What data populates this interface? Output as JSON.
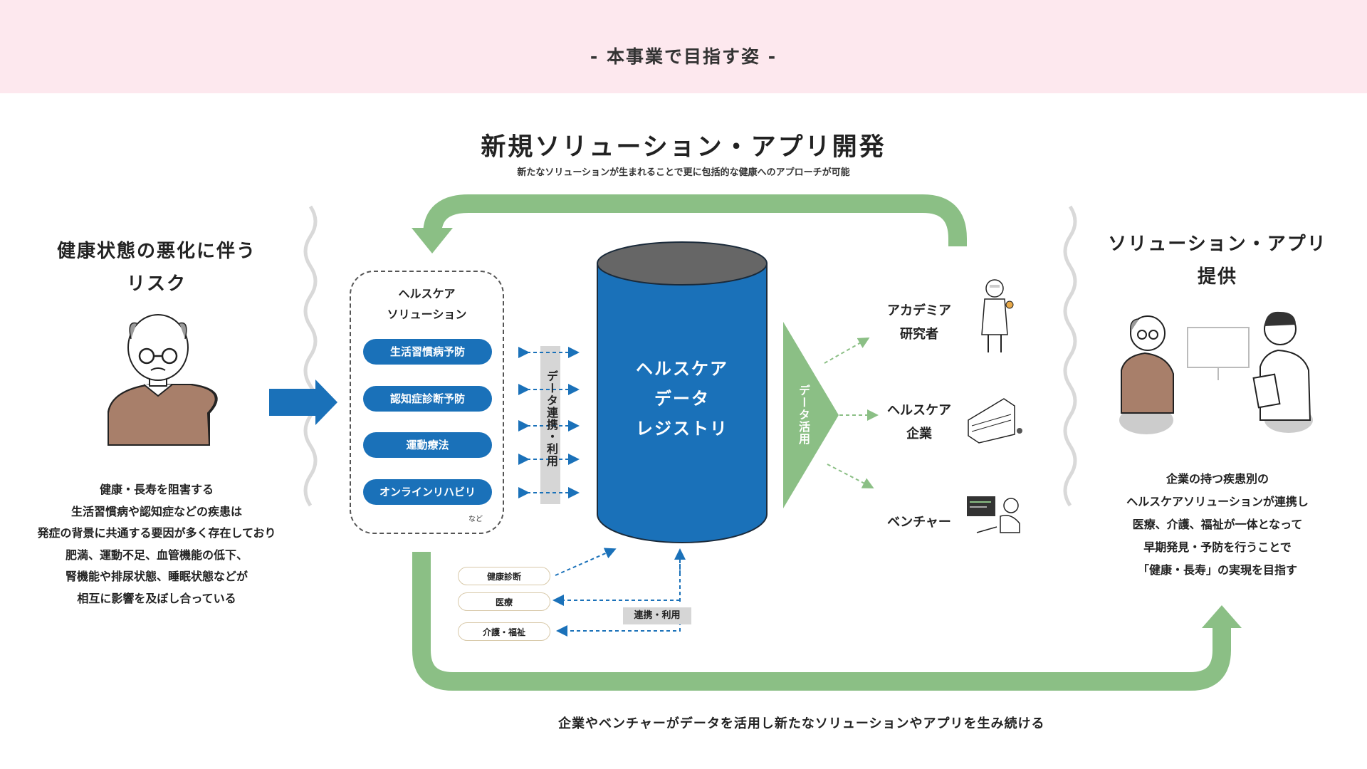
{
  "header": {
    "title": "- 本事業で目指す姿 -"
  },
  "main": {
    "title": "新規ソリューション・アプリ開発",
    "subtitle": "新たなソリューションが生まれることで更に包括的な健康へのアプローチが可能"
  },
  "left": {
    "title_lines": [
      "健康状態の悪化に伴う",
      "リスク"
    ],
    "text_lines": [
      "健康・長寿を阻害する",
      "生活習慣病や認知症などの疾患は",
      "発症の背景に共通する要因が多く存在しており",
      "肥満、運動不足、血管機能の低下、",
      "腎機能や排尿状態、睡眠状態などが",
      "相互に影響を及ぼし合っている"
    ]
  },
  "solutions": {
    "title_lines": [
      "ヘルスケア",
      "ソリューション"
    ],
    "items": [
      "生活習慣病予防",
      "認知症診断予防",
      "運動療法",
      "オンラインリハビリ"
    ],
    "etc": "など"
  },
  "link_label": "データ連携・利用",
  "registry": {
    "label_lines": [
      "ヘルスケア",
      "データ",
      "レジストリ"
    ]
  },
  "usage_label": "データ活用",
  "targets": {
    "academia_lines": [
      "アカデミア",
      "研究者"
    ],
    "company_lines": [
      "ヘルスケア",
      "企業"
    ],
    "venture": "ベンチャー"
  },
  "sources": {
    "items": [
      "健康診断",
      "医療",
      "介護・福祉"
    ],
    "link_label": "連携・利用"
  },
  "right": {
    "title_lines": [
      "ソリューション・アプリ",
      "提供"
    ],
    "text_lines": [
      "企業の持つ疾患別の",
      "ヘルスケアソリューションが連携し",
      "医療、介護、福祉が一体となって",
      "早期発見・予防を行うことで",
      "「健康・長寿」の実現を目指す"
    ]
  },
  "bottom": {
    "caption": "企業やベンチャーがデータを活用し新たなソリューションやアプリを生み続ける"
  },
  "colors": {
    "blue": "#1a71b9",
    "green": "#8bbf85",
    "pink_band": "#fde8ee",
    "grey_label": "#d6d6d6"
  }
}
